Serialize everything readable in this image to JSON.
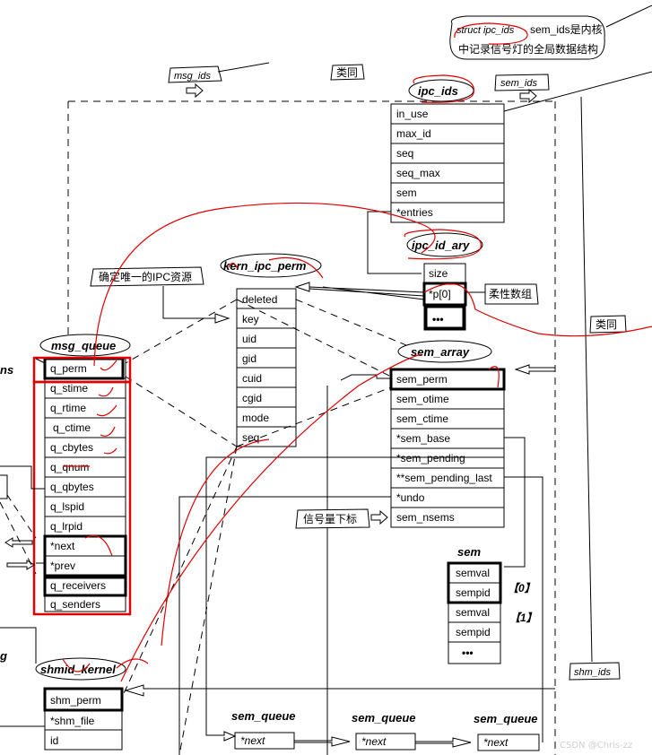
{
  "notes": {
    "struct_ipc_ids": "struct ipc_ids",
    "sem_ids": "sem_ids是内核",
    "sem_ids_2": "中记录信号灯的全局数据结构",
    "msg_ids": "msg_ids",
    "similar_top": "类同",
    "sem_ids_label": "sem_ids",
    "unique_ipc": "确定唯一的IPC资源",
    "flexible_array": "柔性数组",
    "similar_right": "类同",
    "sem_index": "信号量下标",
    "shm_ids": "shm_ids",
    "ns_fragment": "ns",
    "g_fragment": "g"
  },
  "ipc_ids": {
    "title": "ipc_ids",
    "fields": [
      "in_use",
      "max_id",
      "seq",
      "seq_max",
      "sem",
      "*entries"
    ]
  },
  "ipc_id_ary": {
    "title": "ipc_id_ary",
    "fields": [
      "size",
      "*p[0]",
      "•••"
    ]
  },
  "kern_ipc_perm": {
    "title": "kern_ipc_perm",
    "fields": [
      "deleted",
      "key",
      "uid",
      "gid",
      "cuid",
      "cgid",
      "mode",
      "seq"
    ]
  },
  "msg_queue": {
    "title": "msg_queue",
    "fields": [
      "q_perm",
      "q_stime",
      "q_rtime",
      "q_ctime",
      "q_cbytes",
      "q_qnum",
      "q_qbytes",
      "q_lspid",
      "q_lrpid",
      "*next",
      "*prev",
      "q_receivers",
      "q_senders"
    ]
  },
  "sem_array": {
    "title": "sem_array",
    "fields": [
      "sem_perm",
      "sem_otime",
      "sem_ctime",
      "*sem_base",
      "*sem_pending",
      "**sem_pending_last",
      "*undo",
      "sem_nsems"
    ]
  },
  "sem": {
    "title": "sem",
    "fields": [
      "semval",
      "sempid",
      "semval",
      "sempid",
      "•••"
    ],
    "index0": "【0】",
    "index1": "【1】"
  },
  "shmid_kernel": {
    "title": "shmid_kernel",
    "fields": [
      "shm_perm",
      "*shm_file",
      "id"
    ]
  },
  "sem_queue": {
    "title": "sem_queue",
    "field": "*next"
  },
  "watermark": "CSDN @Chris-zz"
}
